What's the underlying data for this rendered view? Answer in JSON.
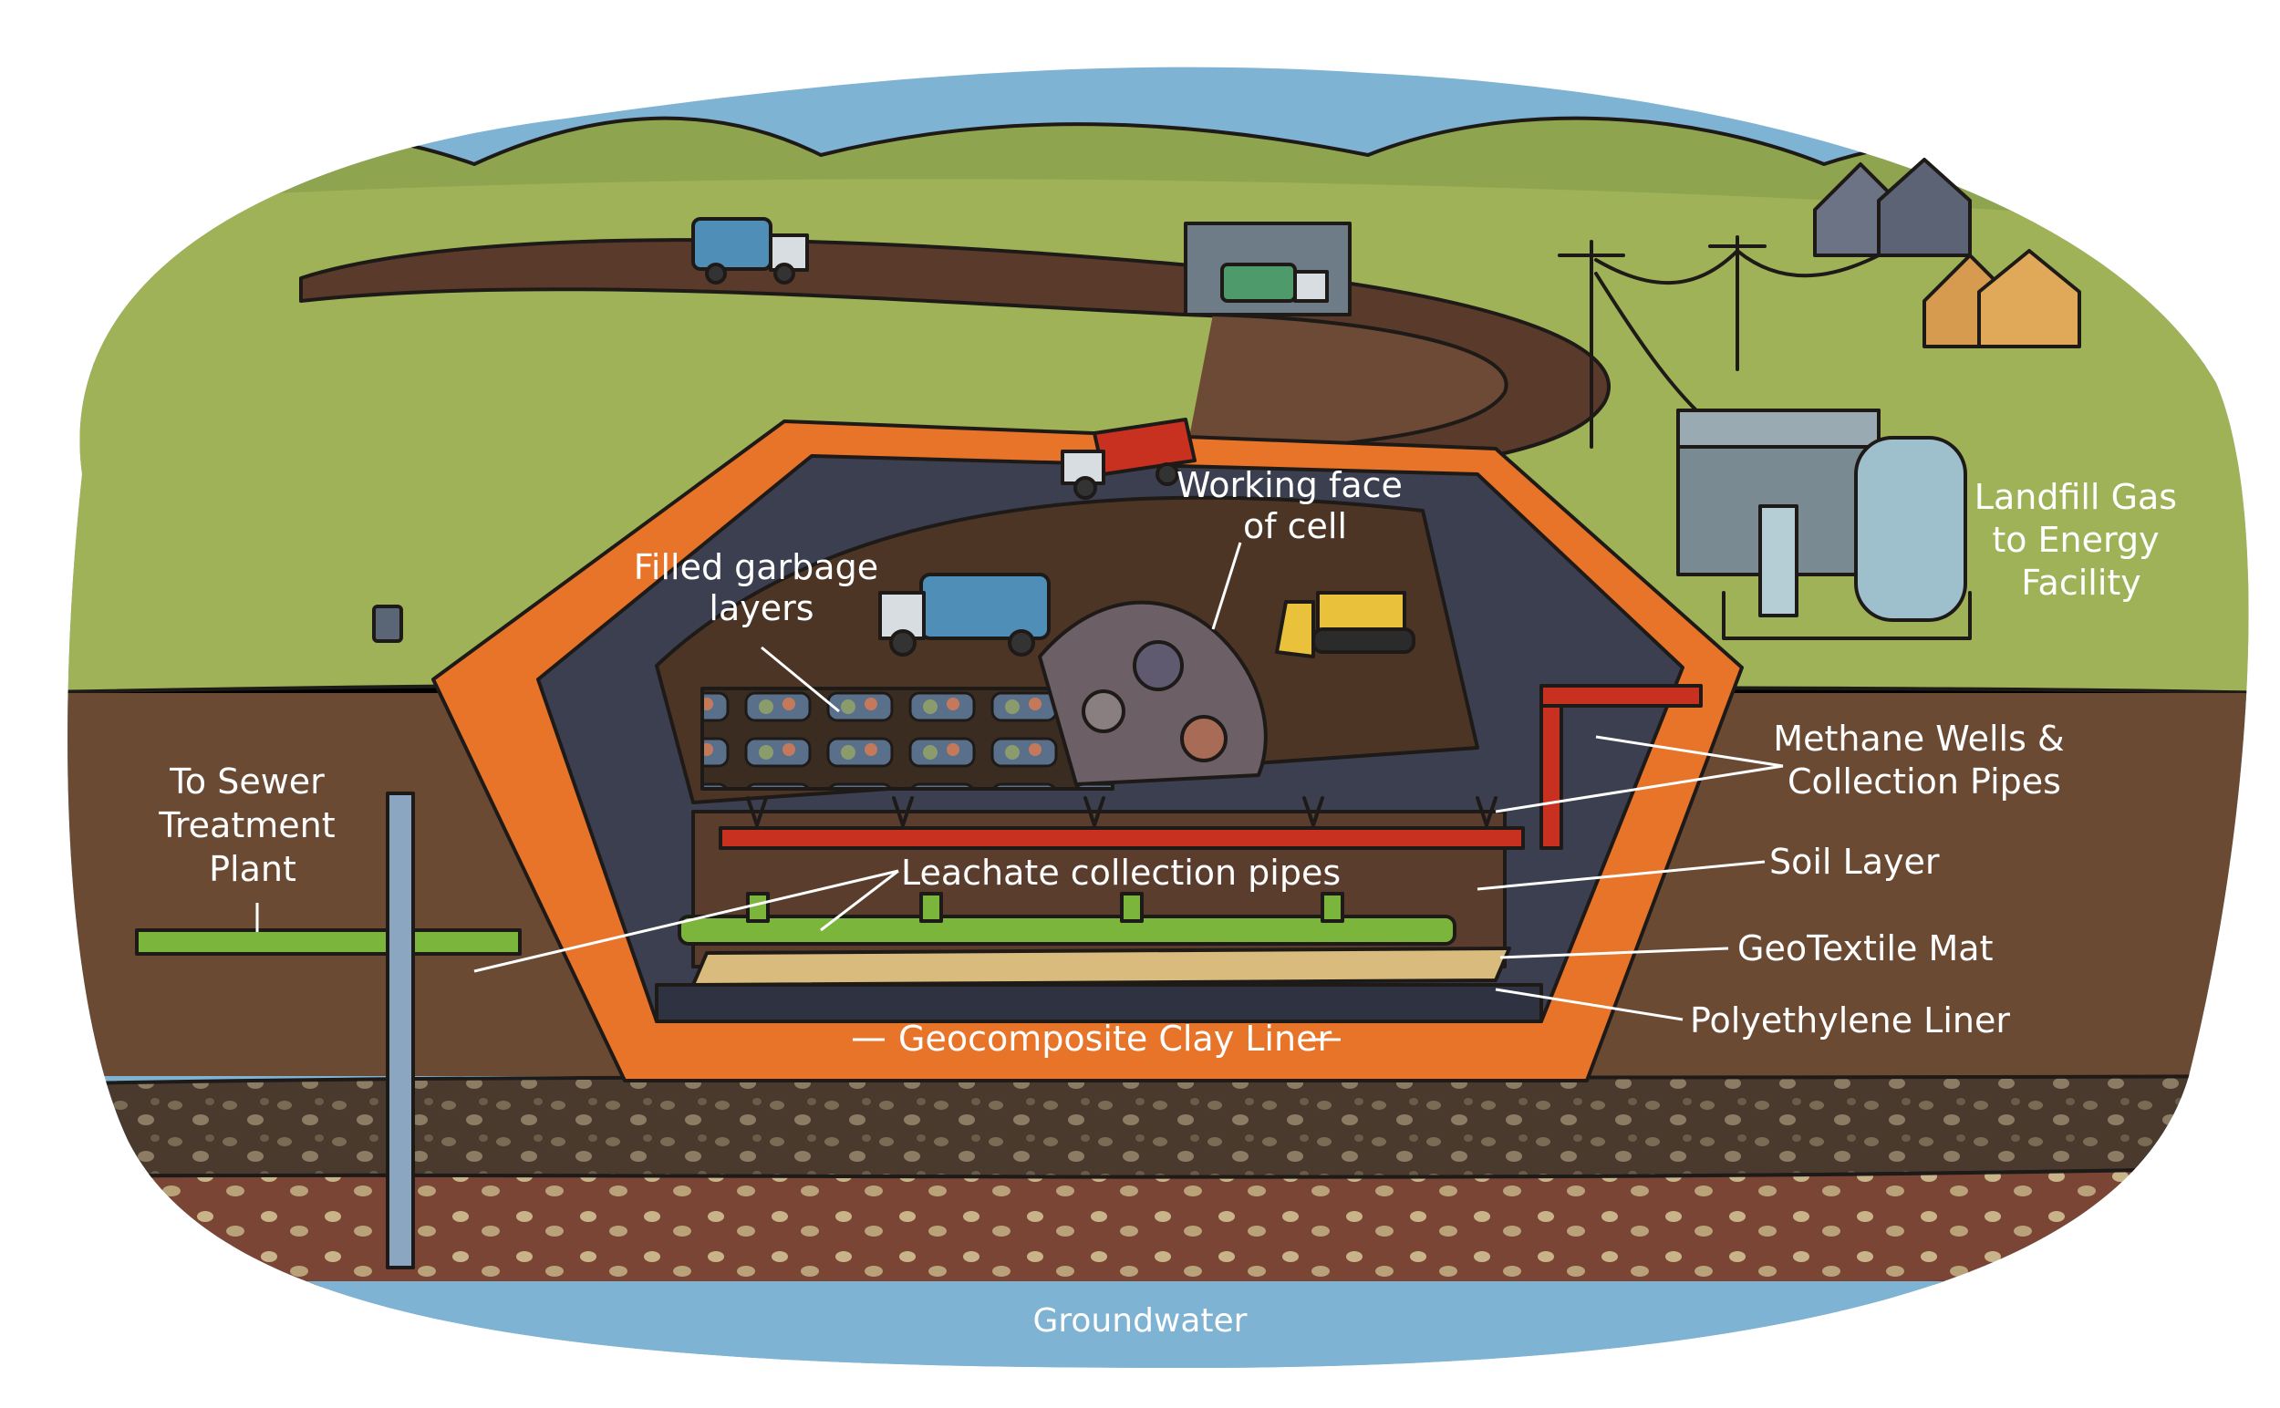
{
  "labels": {
    "working_face": [
      "Working face",
      "of cell"
    ],
    "filled_garbage": [
      "Filled garbage",
      "layers"
    ],
    "landfill_gas": [
      "Landfill Gas",
      "to Energy",
      "Facility"
    ],
    "methane": [
      "Methane Wells &",
      "Collection Pipes"
    ],
    "sewer": [
      "To Sewer",
      "Treatment",
      "Plant"
    ],
    "soil_layer": "Soil Layer",
    "leachate": "Leachate collection pipes",
    "geotextile": "GeoTextile Mat",
    "polyethylene": "Polyethylene Liner",
    "clay_liner": "Geocomposite Clay Liner",
    "groundwater": "Groundwater"
  },
  "colors": {
    "sky_water": "#7fb3d3",
    "grass": "#9fb258",
    "dirt": "#6b4a33",
    "liner_orange": "#e8742a",
    "liner_dark": "#3b3f4f",
    "pipe_red": "#c8311f",
    "pipe_green": "#7cb53c",
    "mat_tan": "#d9bb7e"
  }
}
